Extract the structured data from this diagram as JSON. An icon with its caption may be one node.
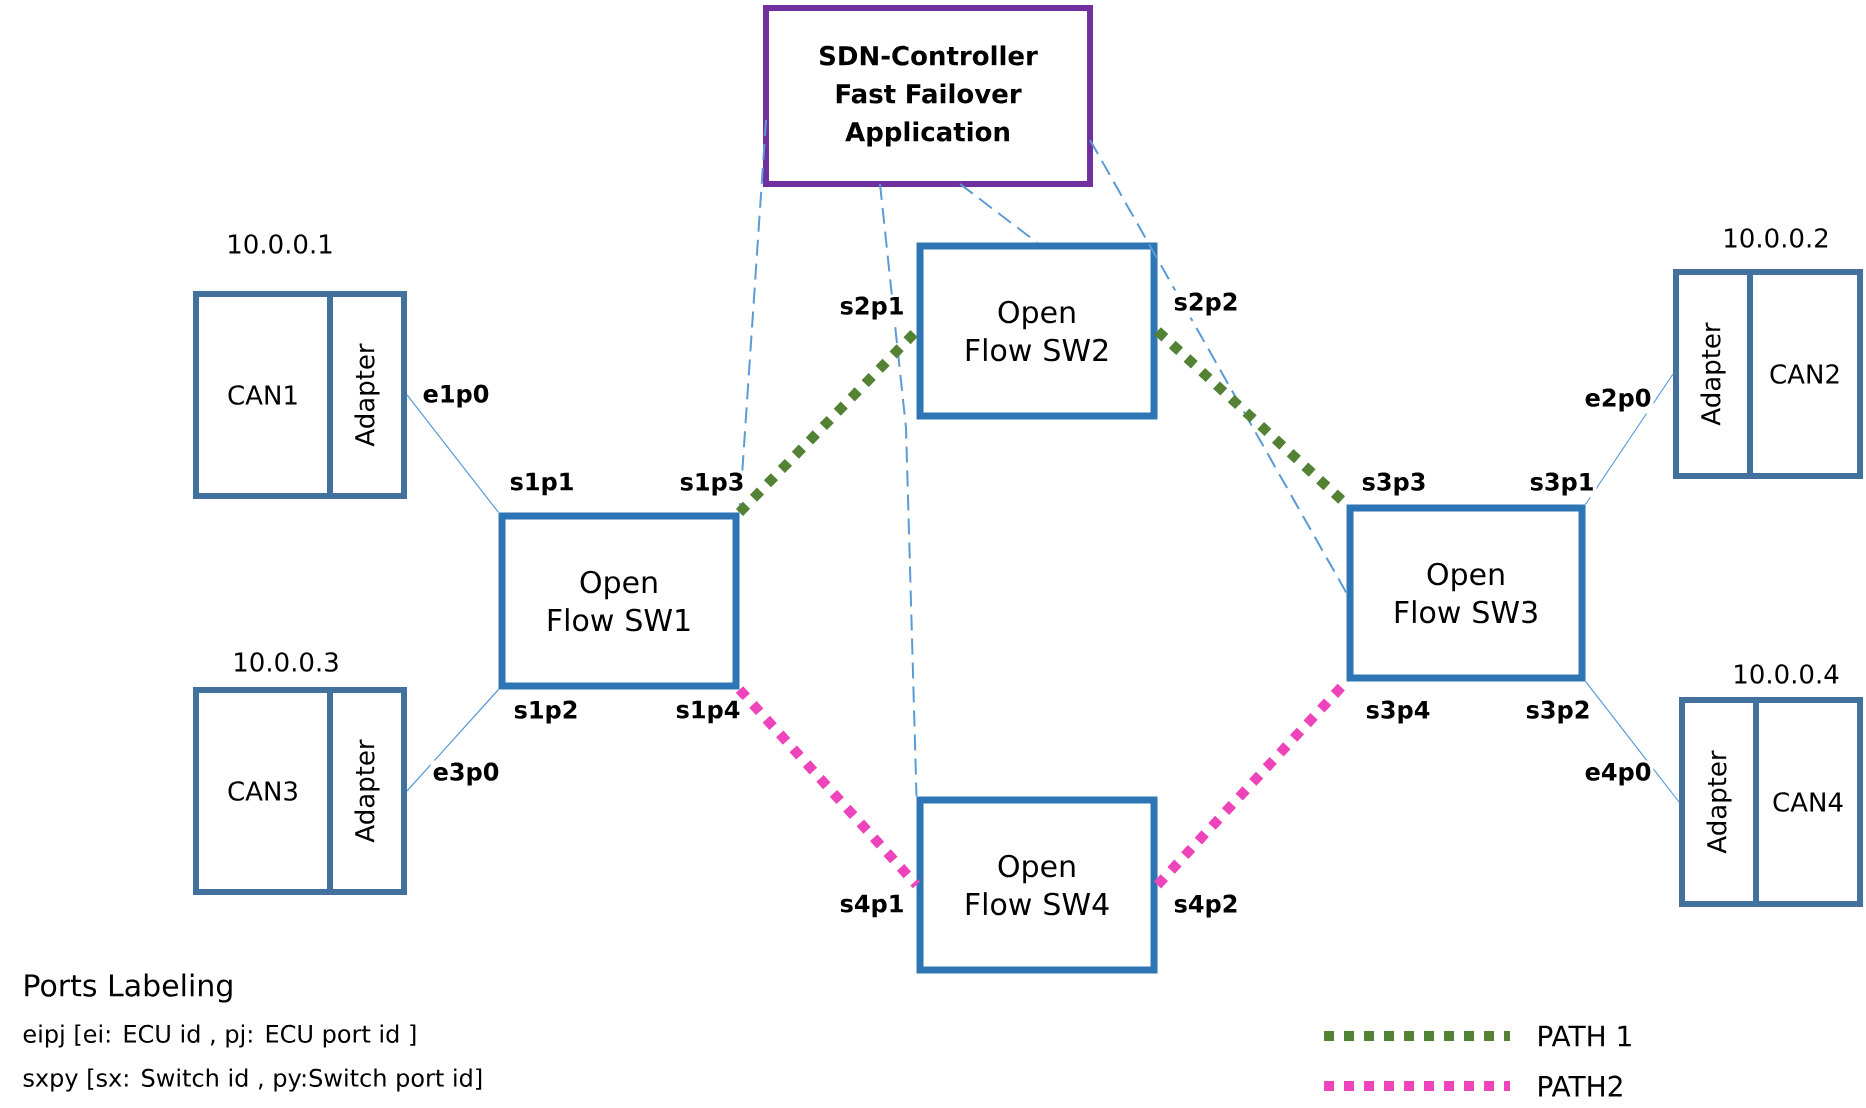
{
  "diagram": {
    "nodes": [
      {
        "text": [
          "SDN-Controller Fast Failover Application"
        ]
      },
      {
        "text": [
          "CAN1"
        ],
        "beside": [
          "10.0.0.1"
        ]
      },
      {
        "text": [
          "Adapter"
        ],
        "in": 1
      },
      {
        "text": [
          "CAN3"
        ],
        "beside": [
          "10.0.0.3"
        ]
      },
      {
        "text": [
          "Adapter"
        ],
        "in": 3
      },
      {
        "text": [
          "Open Flow SW1"
        ]
      },
      {
        "text": [
          "Open Flow SW2"
        ]
      },
      {
        "text": [
          "Open Flow SW3"
        ]
      },
      {
        "text": [
          "Open Flow SW4"
        ]
      },
      {
        "text": [
          "CAN2"
        ],
        "beside": [
          "10.0.0.2"
        ]
      },
      {
        "text": [
          "Adapter"
        ],
        "in": 9
      },
      {
        "text": [
          "CAN4"
        ],
        "beside": [
          "10.0.0.4"
        ]
      },
      {
        "text": [
          "Adapter"
        ],
        "in": 11
      }
    ],
    "edges": [
      {
        "from": 0,
        "to": 5,
        "arrow": "none",
        "style": "dashed"
      },
      {
        "from": 0,
        "to": 6,
        "arrow": "none",
        "style": "dashed"
      },
      {
        "from": 0,
        "to": 8,
        "arrow": "none",
        "style": "dashed"
      },
      {
        "from": 0,
        "to": 7,
        "arrow": "none",
        "style": "dashed"
      },
      {
        "from": 2,
        "to": 5,
        "arrow": "none"
      },
      {
        "from": 4,
        "to": 5,
        "arrow": "none"
      },
      {
        "from": 10,
        "to": 7,
        "arrow": "none"
      },
      {
        "from": 12,
        "to": 7,
        "arrow": "none"
      },
      {
        "from": 5,
        "to": 6,
        "arrow": "none",
        "style": "dashed",
        "color": "#548235"
      },
      {
        "from": 6,
        "to": 7,
        "arrow": "none",
        "style": "dashed",
        "color": "#548235"
      },
      {
        "from": 5,
        "to": 8,
        "arrow": "none",
        "style": "dashed",
        "color": "#ee44bb"
      },
      {
        "from": 8,
        "to": 7,
        "arrow": "none",
        "style": "dashed",
        "color": "#ee44bb"
      }
    ],
    "labels": [
      "s2p1",
      "s2p2",
      "e1p0",
      "e2p0",
      "s1p1",
      "s1p3",
      "s3p3",
      "s3p1",
      "s1p2",
      "s1p4",
      "s3p4",
      "s3p2",
      "e3p0",
      "e4p0",
      "s4p1",
      "s4p2",
      "Ports Labeling",
      "eipj  [ei: ECU id    ,  pj: ECU port id   ]",
      "sxpy  [sx: Switch id ,  py:Switch port id]"
    ],
    "legend": [
      {
        "text": "PATH 1"
      },
      {
        "text": "PATH2"
      }
    ]
  }
}
